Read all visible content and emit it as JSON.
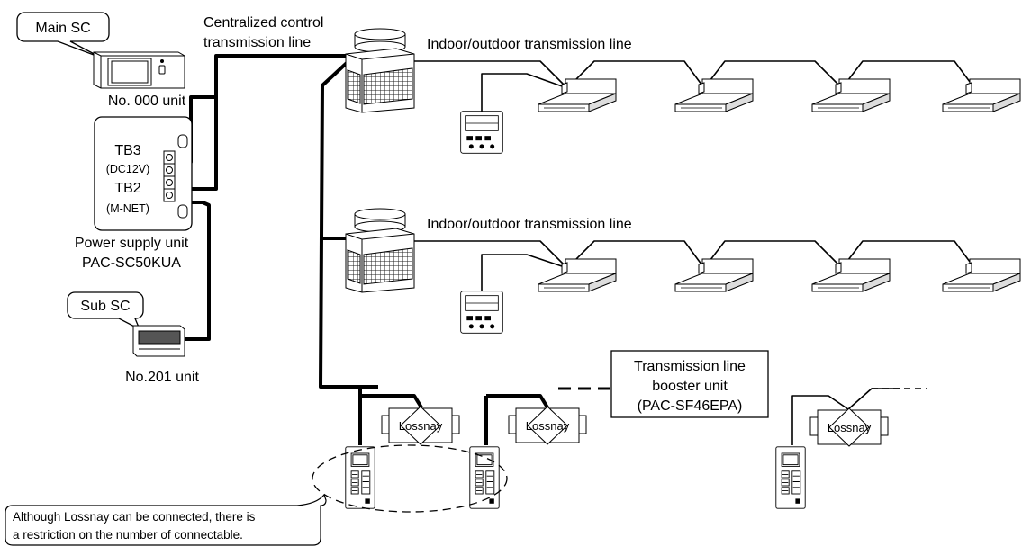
{
  "main_sc": {
    "callout": "Main SC",
    "unit_label": "No. 000 unit"
  },
  "power_supply": {
    "tb3": "TB3",
    "tb3_sub": "(DC12V)",
    "tb2": "TB2",
    "tb2_sub": "(M-NET)",
    "name": "Power supply unit",
    "model": "PAC-SC50KUA"
  },
  "sub_sc": {
    "callout": "Sub SC",
    "unit_label": "No.201 unit"
  },
  "centralized_line": {
    "line1": "Centralized control",
    "line2": "transmission line"
  },
  "indoor_outdoor_line": "Indoor/outdoor transmission line",
  "lossnay_label": "Lossnay",
  "booster": {
    "line1": "Transmission line",
    "line2": "booster unit",
    "line3": "(PAC-SF46EPA)"
  },
  "note": {
    "line1": "Although Lossnay can be connected, there is",
    "line2": "a restriction on the number of connectable."
  }
}
